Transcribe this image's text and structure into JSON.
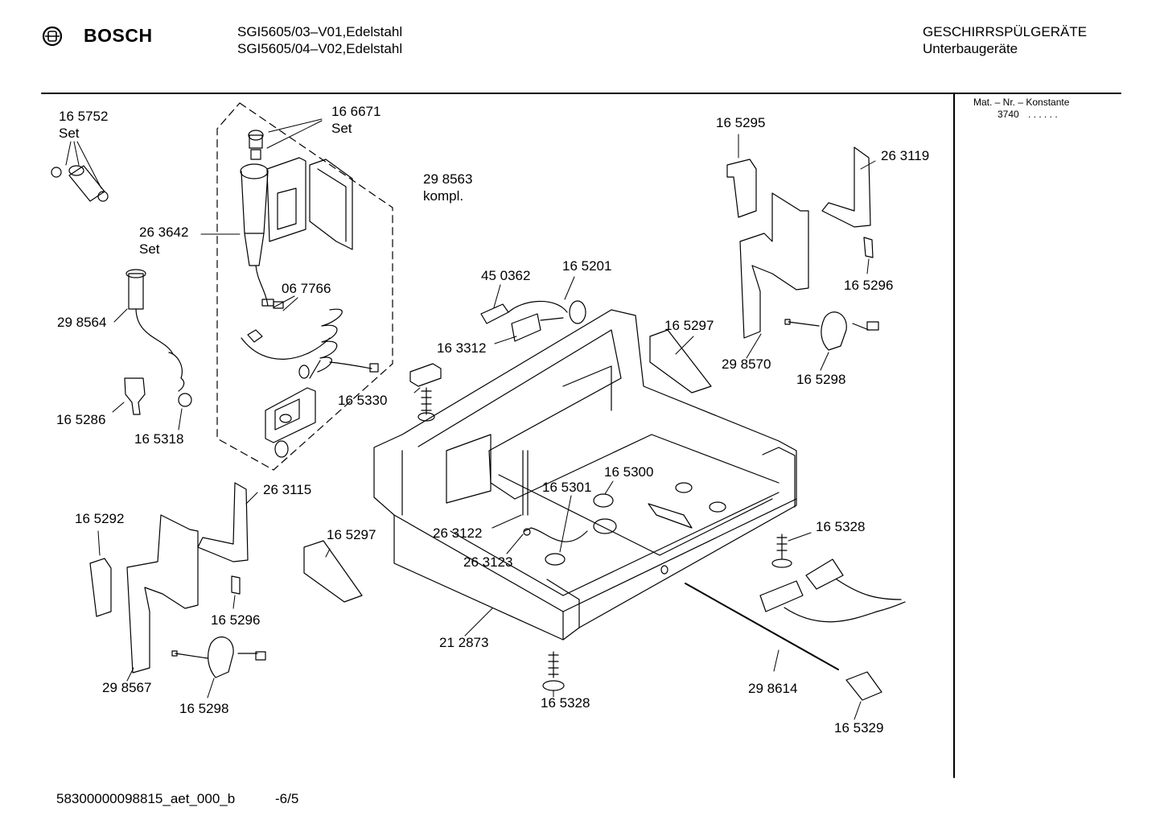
{
  "header": {
    "brand": "BOSCH",
    "model_line_1": "SGI5605/03–V01,Edelstahl",
    "model_line_2": "SGI5605/04–V02,Edelstahl",
    "category_line_1": "GESCHIRRSPÜLGERÄTE",
    "category_line_2": "Unterbaugeräte"
  },
  "side_panel": {
    "title": "Mat. – Nr. – Konstante",
    "value": "3740",
    "dots": ". . . . . ."
  },
  "footer": {
    "doc_id": "58300000098815_aet_000_b",
    "page": "-6/5"
  },
  "parts": {
    "p165752": "16 5752",
    "p165752_set": "Set",
    "p166671": "16 6671",
    "p166671_set": "Set",
    "p298563": "29 8563",
    "p298563_kompl": "kompl.",
    "p263642": "26 3642",
    "p263642_set": "Set",
    "p067766": "06 7766",
    "p298564": "29 8564",
    "p165286": "16 5286",
    "p165318": "16 5318",
    "p165330": "16 5330",
    "p450362": "45 0362",
    "p165201": "16 5201",
    "p163312": "16 3312",
    "p165295": "16 5295",
    "p263119": "26 3119",
    "p165296_r": "16 5296",
    "p165297_r": "16 5297",
    "p298570": "29 8570",
    "p165298_r": "16 5298",
    "p263115": "26 3115",
    "p165292": "16 5292",
    "p165297_l": "16 5297",
    "p165296_l": "16 5296",
    "p298567": "29 8567",
    "p165298_l": "16 5298",
    "p165300": "16 5300",
    "p165301": "16 5301",
    "p263122": "26 3122",
    "p263123": "26 3123",
    "p212873": "21 2873",
    "p165328_r": "16 5328",
    "p165328_b": "16 5328",
    "p298614": "29 8614",
    "p165329": "16 5329"
  }
}
